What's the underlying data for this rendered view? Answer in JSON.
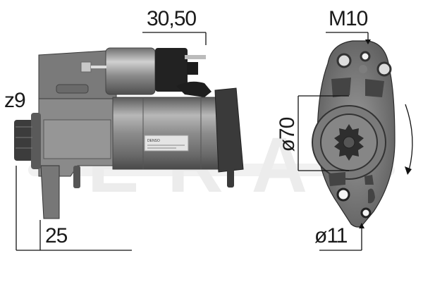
{
  "product": {
    "type": "starter motor",
    "brand_label": "DENSO",
    "watermark": "ERA"
  },
  "dimensions": {
    "overall_length": "30,50",
    "teeth": "z9",
    "flange_offset": "25",
    "bolt_thread": "M10",
    "pilot_diameter": "ø70",
    "mounting_hole": "ø11"
  },
  "colors": {
    "background": "#ffffff",
    "annotation": "#111111",
    "body_metal": "#8a8a8a",
    "solenoid_cap": "#1e1e1e"
  }
}
